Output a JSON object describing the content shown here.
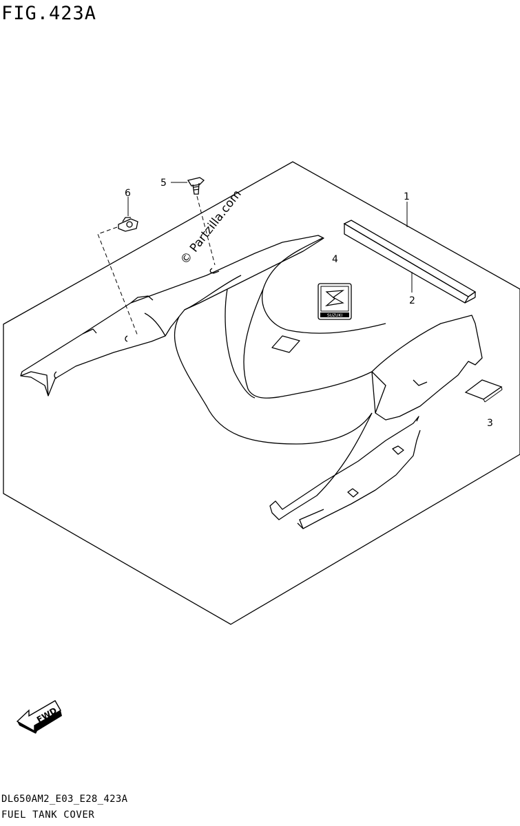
{
  "figure": {
    "title": "FIG.423A",
    "diagram_code": "DL650AM2_E03_E28_423A",
    "section_name": "FUEL TANK COVER"
  },
  "callouts": [
    {
      "number": "1",
      "part": "fuel-tank-cover-assembly"
    },
    {
      "number": "2",
      "part": "cushion-strip"
    },
    {
      "number": "3",
      "part": "cushion-pad"
    },
    {
      "number": "4",
      "part": "emblem"
    },
    {
      "number": "5",
      "part": "screw"
    },
    {
      "number": "6",
      "part": "clip"
    }
  ],
  "watermark": "© Partzilla.com",
  "emblem": {
    "brand_text": "SUZUKI"
  },
  "fwd_arrow": {
    "label": "FWD"
  },
  "colors": {
    "line": "#000000",
    "background": "#ffffff"
  }
}
